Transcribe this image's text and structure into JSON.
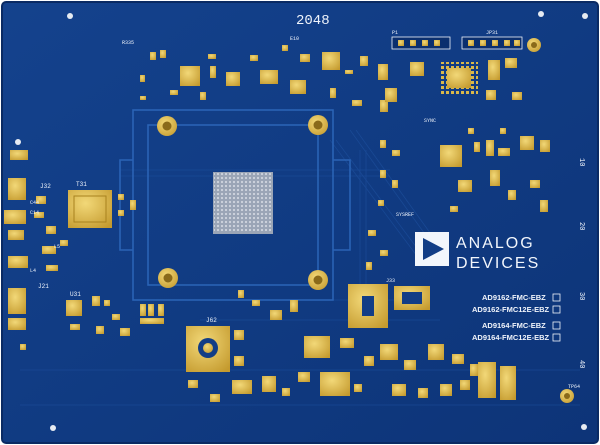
{
  "board": {
    "id_marking": "2048",
    "brand_line1": "ANALOG",
    "brand_line2": "DEVICES",
    "variants": [
      "AD9162-FMC-EBZ",
      "AD9162-FMC12E-EBZ",
      "AD9164-FMC-EBZ",
      "AD9164-FMC12E-EBZ"
    ],
    "edge_scale": [
      "10",
      "20",
      "30",
      "40"
    ],
    "labels": {
      "j32": "J32",
      "t31": "T31",
      "j21": "J21",
      "j62": "J62",
      "u31": "U31",
      "c44": "C44",
      "c14": "C14",
      "l4": "L4",
      "l5": "L5",
      "r335": "R335",
      "sysref": "SYSREF",
      "sync": "SYNC",
      "tp64": "TP64",
      "e10": "E10",
      "j33": "J33",
      "jp31": "JP31",
      "p1": "P1"
    },
    "colors": {
      "board": "#123d86",
      "board_dark": "#0b2f6e",
      "gold": "#d9b84a",
      "silk": "#eef3fb"
    }
  }
}
